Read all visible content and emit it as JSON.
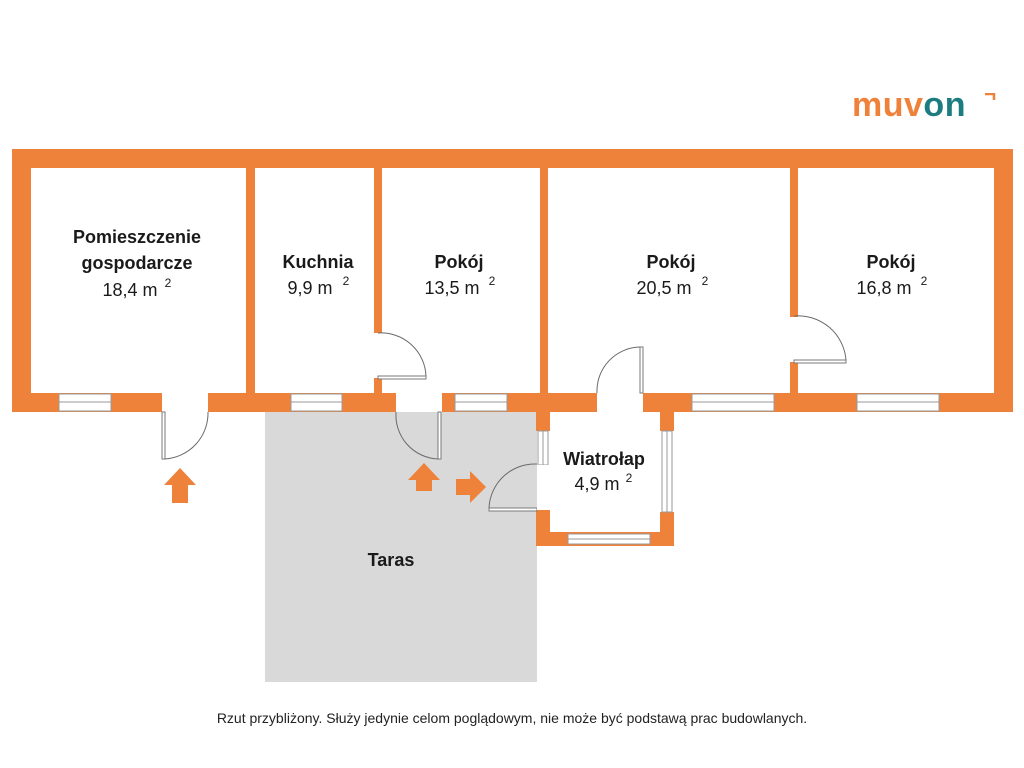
{
  "brand": {
    "logo_part1": "muv",
    "logo_part2": "on",
    "primary_color": "#ef823b",
    "secondary_color": "#1d7c80"
  },
  "colors": {
    "wall": "#ef823b",
    "terrace": "#d9d9d9",
    "background": "#ffffff"
  },
  "rooms": [
    {
      "name_line1": "Pomieszczenie",
      "name_line2": "gospodarcze",
      "area": "18,4 m",
      "unit_sup": "2"
    },
    {
      "name_line1": "Kuchnia",
      "area": "9,9 m",
      "unit_sup": "2"
    },
    {
      "name_line1": "Pokój",
      "area": "13,5 m",
      "unit_sup": "2"
    },
    {
      "name_line1": "Pokój",
      "area": "20,5 m",
      "unit_sup": "2"
    },
    {
      "name_line1": "Pokój",
      "area": "16,8 m",
      "unit_sup": "2"
    },
    {
      "name_line1": "Wiatrołap",
      "area": "4,9 m",
      "unit_sup": "2"
    }
  ],
  "terrace": {
    "name": "Taras"
  },
  "disclaimer": "Rzut przybliżony. Służy jedynie celom poglądowym, nie może być podstawą prac budowlanych."
}
